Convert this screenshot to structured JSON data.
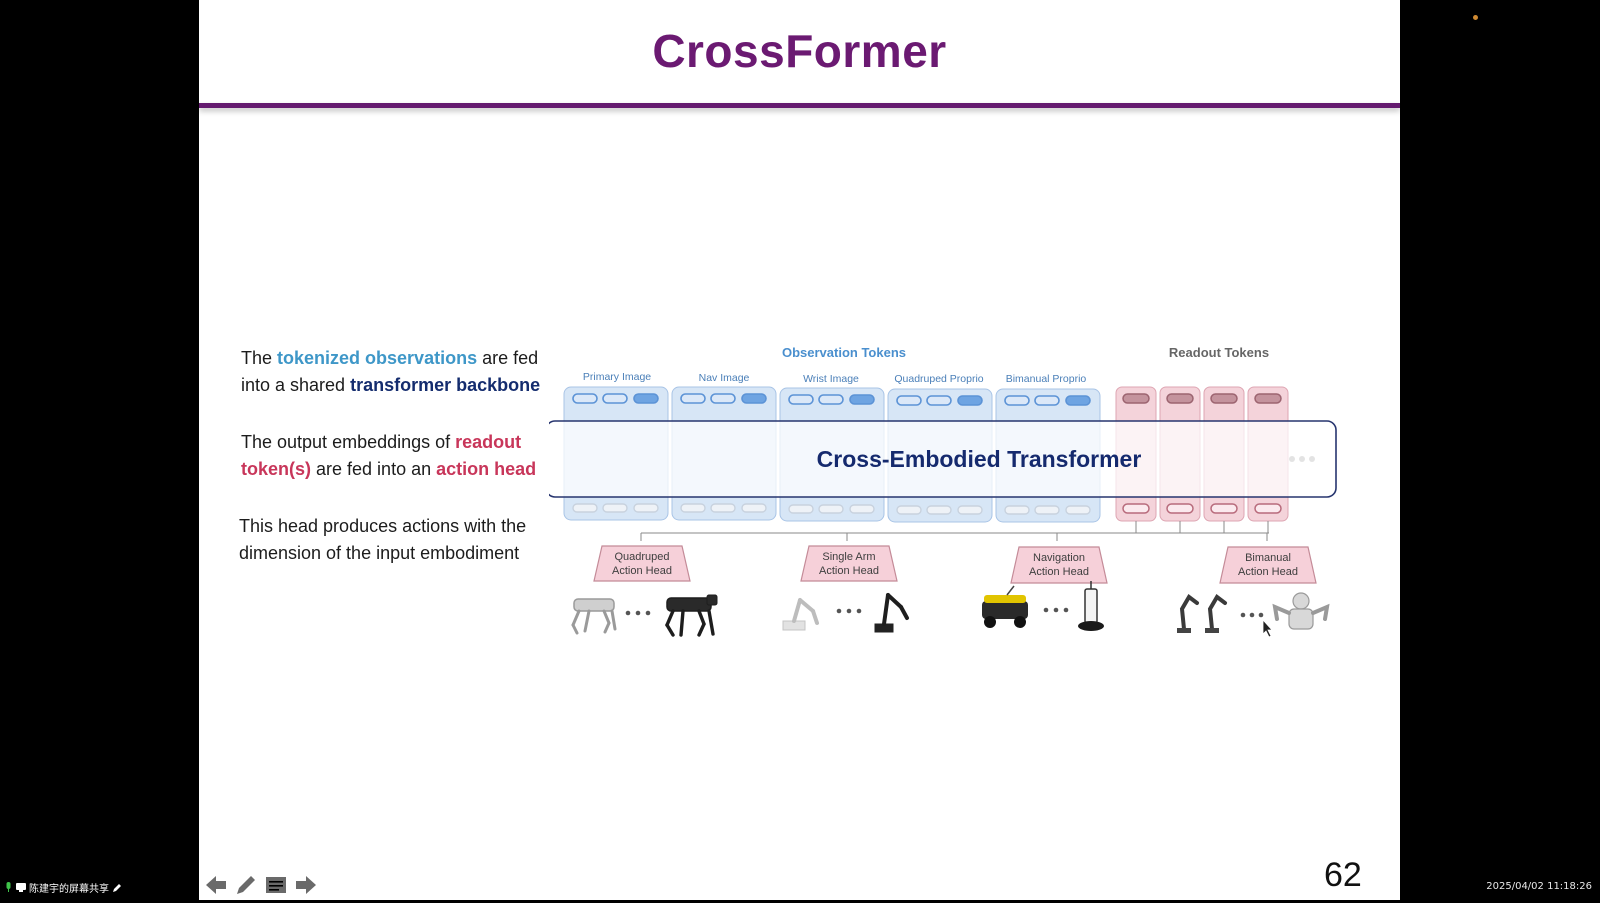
{
  "slide": {
    "title": "CrossFormer",
    "number": "62",
    "bullets": [
      {
        "p1": "The ",
        "h1": "tokenized observations",
        "p2": " are fed into a shared ",
        "h2": "transformer backbone",
        "p3": ""
      },
      {
        "p1": "The output embeddings of ",
        "h1": "readout token(s)",
        "p2": " are fed into an ",
        "h2": "action head",
        "p3": ""
      },
      {
        "p1": "This head produces actions with the dimension of the input embodiment"
      }
    ]
  },
  "diagram": {
    "observation_label": "Observation Tokens",
    "readout_label": "Readout Tokens",
    "groups": [
      "Primary Image",
      "Nav Image",
      "Wrist Image",
      "Quadruped Proprio",
      "Bimanual Proprio"
    ],
    "transformer_label": "Cross-Embodied Transformer",
    "heads": [
      {
        "line1": "Quadruped",
        "line2": "Action Head"
      },
      {
        "line1": "Single Arm",
        "line2": "Action Head"
      },
      {
        "line1": "Navigation",
        "line2": "Action Head"
      },
      {
        "line1": "Bimanual",
        "line2": "Action Head"
      }
    ],
    "colors": {
      "obs": "#cfe0f5",
      "obs_pill": "#6aa1e0",
      "readout": "#f2cdd6",
      "readout_pill": "#b7808b",
      "head": "#f5cfd8",
      "transformer_text": "#152a6e"
    }
  },
  "screen": {
    "share_label": "陈建宇的屏幕共享",
    "timestamp": "2025/04/02 11:18:26"
  }
}
